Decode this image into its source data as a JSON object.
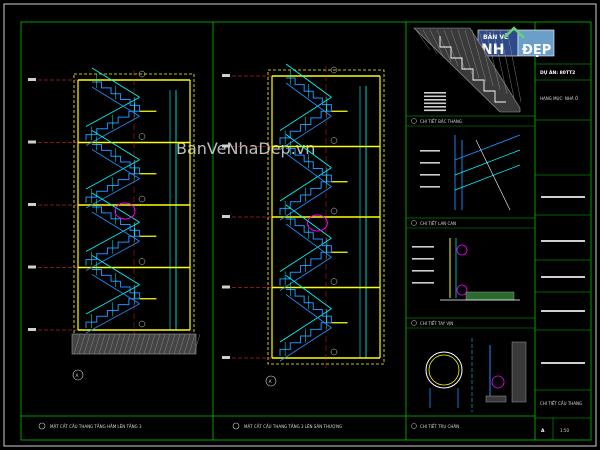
{
  "watermark": "BanVeNhaDep.vn",
  "logo": {
    "top": "BẢN VẼ",
    "left": "NH",
    "right": "ĐẸP"
  },
  "views": [
    {
      "caption": "MẶT CẮT CẦU THANG TẦNG HẦM LÊN TẦNG 3"
    },
    {
      "caption": "MẶT CẮT CẦU THANG TẦNG 3 LÊN SÂN THƯỢNG"
    }
  ],
  "details": [
    {
      "caption": "CHI TIẾT BẬC THANG"
    },
    {
      "caption": "CHI TIẾT LAN CAN"
    },
    {
      "caption": "CHI TIẾT TAY VỊN"
    },
    {
      "caption": "CHI TIẾT TRỤ CHÂN"
    }
  ],
  "grid_marks": [
    "A",
    "A"
  ],
  "title_block": {
    "project": "DỰ ÁN: 80TT2",
    "hangmuc": "HẠNG MỤC: NHÀ Ở",
    "sheet_title": "CHI TIẾT CẦU THANG",
    "sheet_no": "A",
    "scale": "1:50"
  },
  "colors": {
    "frame": "#ffffff",
    "panel": "#00c400",
    "stair": "#1e90ff",
    "rail": "#00ffff",
    "slab": "#ffff00",
    "axis": "#ff3030",
    "mark": "#ff00ff",
    "hatch": "#9a9a9a"
  }
}
